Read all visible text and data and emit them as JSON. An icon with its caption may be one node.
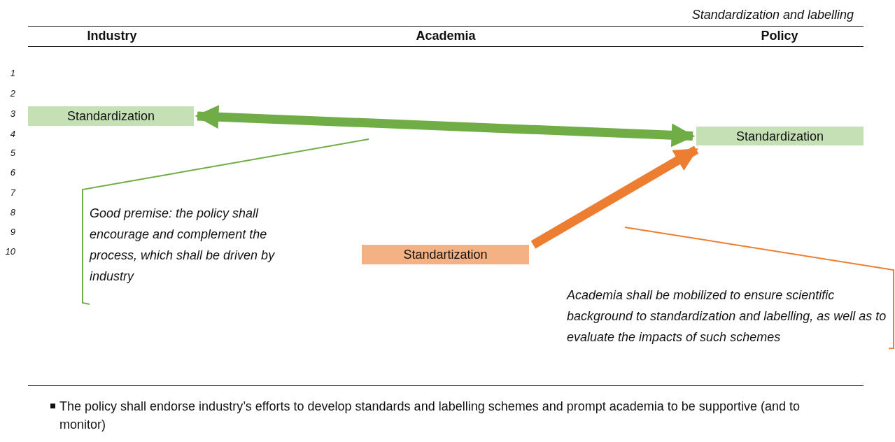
{
  "diagram": {
    "nodes": [
      {
        "text": [
          "Standardization"
        ]
      },
      {
        "text": [
          "Standardization"
        ]
      },
      {
        "text": [
          "Standartization"
        ]
      },
      {
        "text": [
          "Good premise: the policy shall encourage and complement the process, which shall be driven by industry"
        ]
      },
      {
        "text": [
          "Academia shall be mobilized to ensure scientific background to standardization and labelling, as well as to evaluate the impacts of such schemes"
        ]
      }
    ],
    "edges": [
      {
        "from": 0,
        "to": 1,
        "arrow": "both",
        "style": "thick",
        "color": "#70ad47"
      },
      {
        "from": 2,
        "to": 1,
        "arrow": "to",
        "style": "thick",
        "color": "#ed7d31"
      },
      {
        "from": 3,
        "to": null,
        "arrow": "none",
        "color": "#70ad47"
      },
      {
        "from": 4,
        "to": null,
        "arrow": "none",
        "color": "#ed7d31"
      }
    ],
    "labels": [
      "Standardization and labelling",
      "Industry",
      "Academia",
      "Policy",
      "1",
      "2",
      "3",
      "4",
      "5",
      "6",
      "7",
      "8",
      "9",
      "10",
      "The policy shall endorse industry’s efforts to develop standards and labelling schemes and prompt academia to be supportive (and to monitor)"
    ]
  }
}
